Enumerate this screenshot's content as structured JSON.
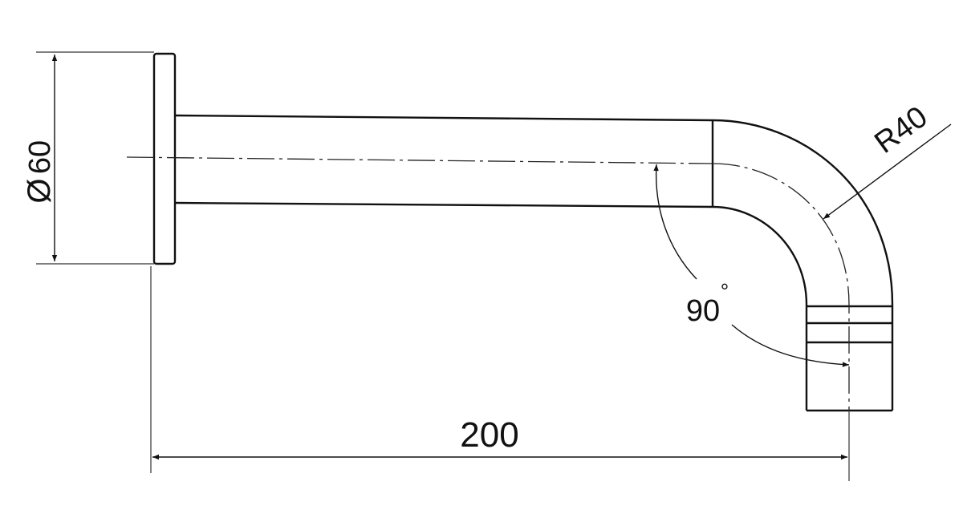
{
  "diagram": {
    "type": "technical-drawing",
    "colors": {
      "ink": "#111111",
      "background": "#ffffff"
    },
    "dimensions": {
      "diameter_label": "60",
      "diameter_symbol": "Ø",
      "radius_label": "R40",
      "angle_value": "90",
      "angle_unit": "°",
      "length_label": "200"
    }
  }
}
